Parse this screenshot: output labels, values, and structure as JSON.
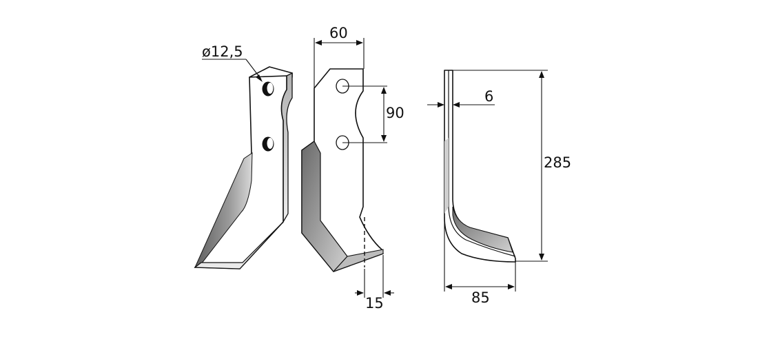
{
  "drawing": {
    "colors": {
      "line": "#111111",
      "background": "#ffffff",
      "metal_fill": "#ffffff",
      "shade_dark": "#7a7a7a",
      "shade_light": "#d6d6d6",
      "hole": "#111111"
    },
    "dimensions": {
      "hole_diameter": "ø12,5",
      "width": "60",
      "hole_spacing": "90",
      "thickness": "6",
      "height": "285",
      "tip_offset": "15",
      "blade_reach": "85"
    }
  }
}
